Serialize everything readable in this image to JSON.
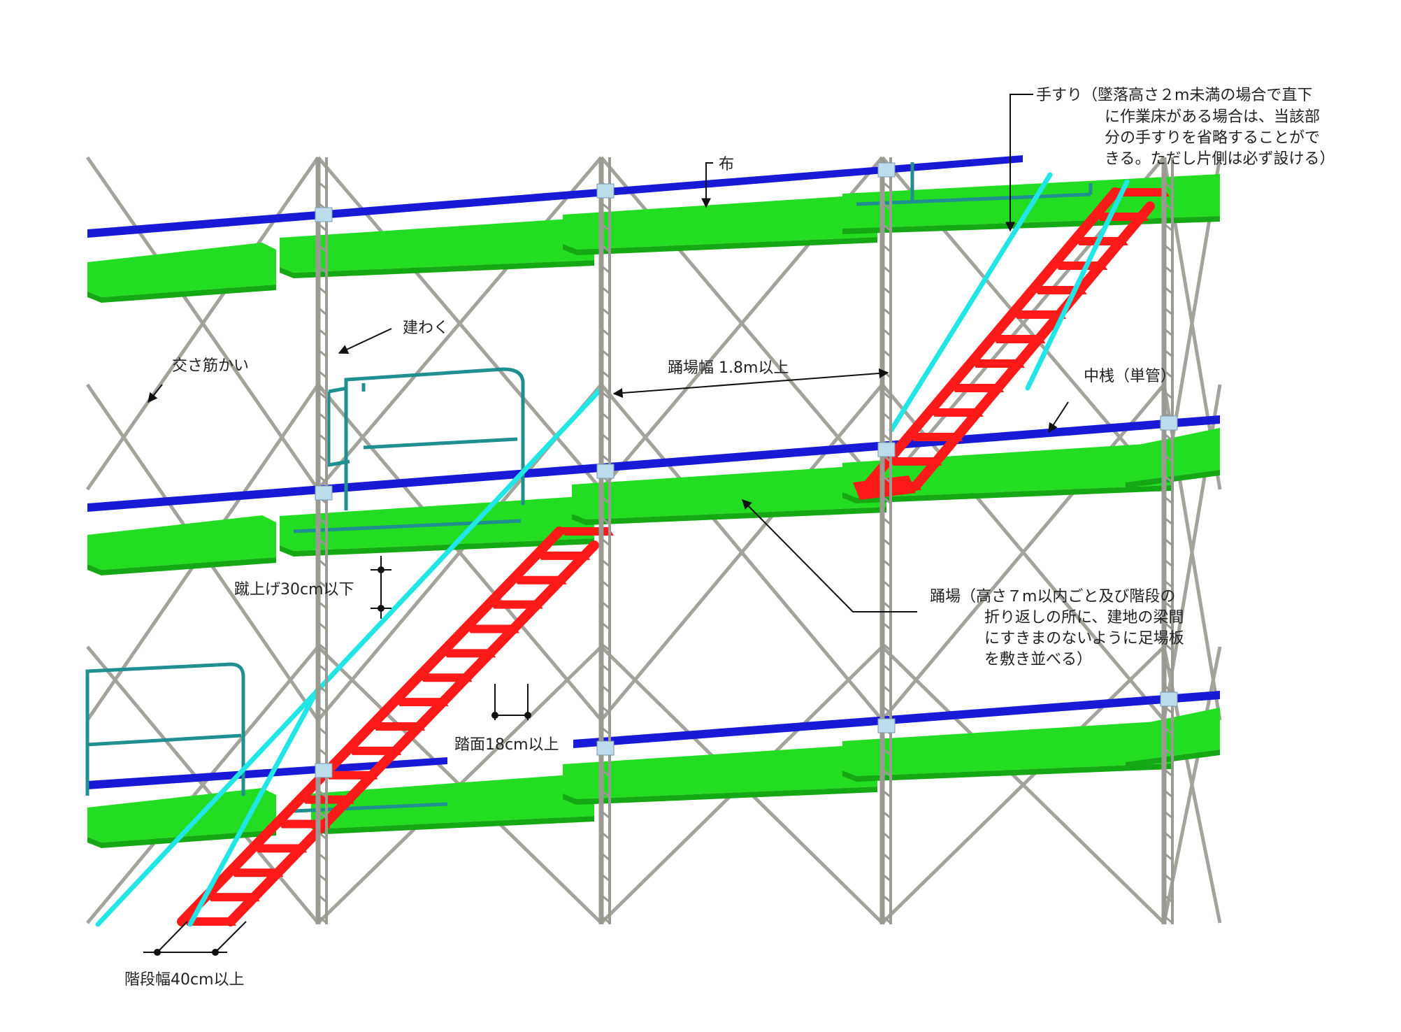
{
  "labels": {
    "handrail": [
      "手すり（墜落高さ２m未満の場合で直下",
      "に作業床がある場合は、当該部",
      "分の手すりを省略することがで",
      "きる。ただし片側は必ず設ける）"
    ],
    "nuno": "布",
    "frame": "建わく",
    "cross_brace": "交さ筋かい",
    "landing_width": "踊場幅 1.8m以上",
    "mid_rail": "中桟（単管）",
    "riser": "蹴上げ30cm以下",
    "landing": [
      "踊場（高さ７m以内ごと及び階段の",
      "折り返しの所に、建地の梁間",
      "にすきまのないように足場板",
      "を敷き並べる）"
    ],
    "tread": "踏面18cm以上",
    "stair_width": "階段幅40cm以上"
  },
  "colors": {
    "frame_post": "#9a9a92",
    "brace": "#a3a39b",
    "blue_rail": "#1a1ad6",
    "deck": "#22dd22",
    "deck_edge": "#14a814",
    "stair": "#ff1a1a",
    "handrail_cyan": "#22e5e5",
    "guard_teal": "#1f8f8f",
    "clamp": "#bcdcec",
    "leader": "#111111"
  }
}
